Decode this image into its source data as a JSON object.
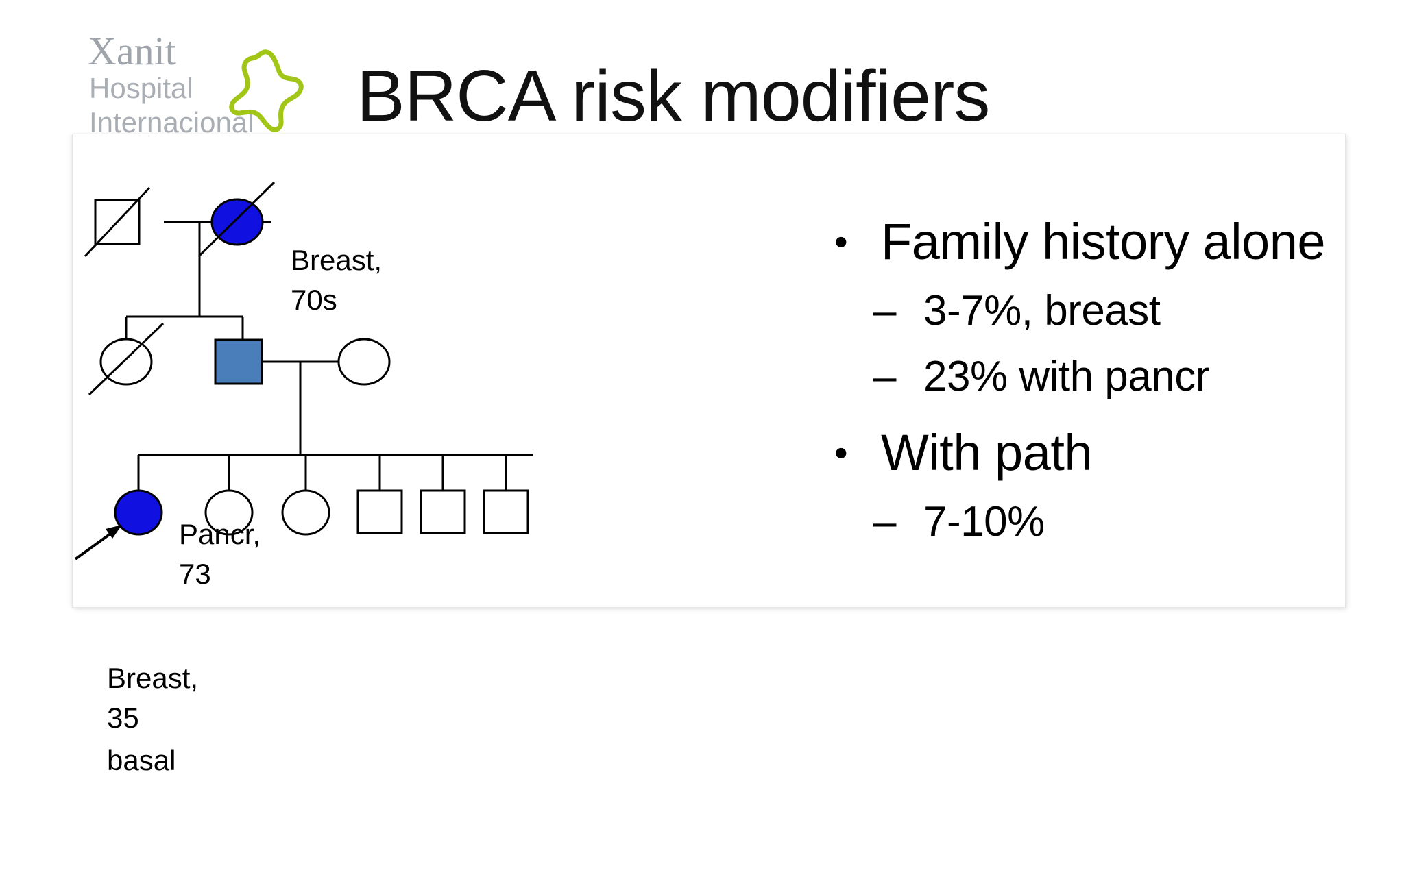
{
  "slide": {
    "title": "BRCA risk modifiers",
    "background": "#ffffff"
  },
  "logo": {
    "name_primary": "Xanit",
    "name_secondary": "Hospital",
    "name_tertiary": "Internacional",
    "text_color": "#a8aeb3",
    "star_color": "#a2c617",
    "star_icon": "star-outline-icon"
  },
  "pedigree": {
    "title": "family-pedigree",
    "colors": {
      "breast_cancer_fill": "#1010e0",
      "pancreatic_cancer_fill": "#4a7ebb",
      "stroke": "#000000",
      "unaffected_fill": "#ffffff"
    },
    "labels": {
      "grandmother": "Breast,\n70s",
      "father": "Pancr,\n73",
      "proband": "Breast,\n35",
      "proband_subtype": "basal"
    },
    "generations": [
      {
        "gen": 1,
        "members": [
          {
            "id": "g1-male",
            "shape": "square",
            "sex": "male",
            "affected": false,
            "deceased": true,
            "label": ""
          },
          {
            "id": "g1-female",
            "shape": "circle",
            "sex": "female",
            "affected": true,
            "condition": "Breast",
            "age": "70s",
            "deceased": true,
            "label": "Breast, 70s"
          }
        ]
      },
      {
        "gen": 2,
        "members": [
          {
            "id": "g2-female",
            "shape": "circle",
            "sex": "female",
            "affected": false,
            "deceased": true,
            "label": ""
          },
          {
            "id": "g2-male",
            "shape": "square",
            "sex": "male",
            "affected": true,
            "condition": "Pancr",
            "age": "73",
            "deceased": false,
            "label": "Pancr, 73"
          },
          {
            "id": "g2-spouse",
            "shape": "circle",
            "sex": "female",
            "affected": false,
            "deceased": false,
            "label": ""
          }
        ]
      },
      {
        "gen": 3,
        "members": [
          {
            "id": "g3-proband",
            "shape": "circle",
            "sex": "female",
            "affected": true,
            "condition": "Breast",
            "age": "35",
            "subtype": "basal",
            "proband": true,
            "deceased": false,
            "label": "Breast, 35 basal"
          },
          {
            "id": "g3-sib-2",
            "shape": "circle",
            "sex": "female",
            "affected": false,
            "deceased": false,
            "label": ""
          },
          {
            "id": "g3-sib-3",
            "shape": "circle",
            "sex": "female",
            "affected": false,
            "deceased": false,
            "label": ""
          },
          {
            "id": "g3-sib-4",
            "shape": "square",
            "sex": "male",
            "affected": false,
            "deceased": false,
            "label": ""
          },
          {
            "id": "g3-sib-5",
            "shape": "square",
            "sex": "male",
            "affected": false,
            "deceased": false,
            "label": ""
          },
          {
            "id": "g3-sib-6",
            "shape": "square",
            "sex": "male",
            "affected": false,
            "deceased": false,
            "label": ""
          }
        ]
      }
    ]
  },
  "bullets": [
    {
      "level": 1,
      "marker": "•",
      "text": "Family history alone",
      "children": [
        {
          "level": 2,
          "marker": "–",
          "text": "3-7%, breast"
        },
        {
          "level": 2,
          "marker": "–",
          "text": "23% with pancr"
        }
      ]
    },
    {
      "level": 1,
      "marker": "•",
      "text": "With path",
      "children": [
        {
          "level": 2,
          "marker": "–",
          "text": "7-10%"
        }
      ]
    }
  ]
}
